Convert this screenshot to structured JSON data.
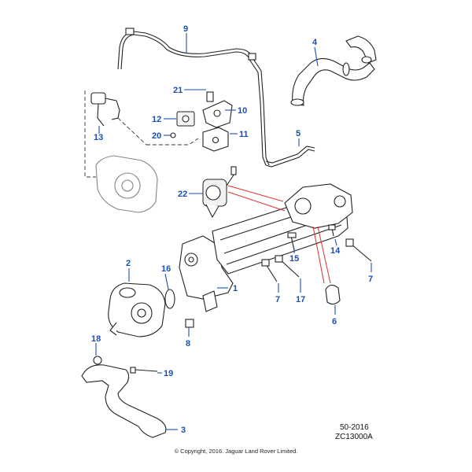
{
  "callouts": [
    {
      "id": "9",
      "color": "#1a4fb3"
    },
    {
      "id": "4",
      "color": "#1a4fb3"
    },
    {
      "id": "21",
      "color": "#1a4fb3"
    },
    {
      "id": "10",
      "color": "#1a4fb3"
    },
    {
      "id": "12",
      "color": "#1a4fb3"
    },
    {
      "id": "13",
      "color": "#1a4fb3"
    },
    {
      "id": "20",
      "color": "#1a4fb3"
    },
    {
      "id": "11",
      "color": "#1a4fb3"
    },
    {
      "id": "5",
      "color": "#1a4fb3"
    },
    {
      "id": "22",
      "color": "#1a4fb3"
    },
    {
      "id": "2",
      "color": "#1a4fb3"
    },
    {
      "id": "16",
      "color": "#1a4fb3"
    },
    {
      "id": "15",
      "color": "#1a4fb3"
    },
    {
      "id": "14",
      "color": "#1a4fb3"
    },
    {
      "id": "1",
      "color": "#1a4fb3"
    },
    {
      "id": "7",
      "color": "#1a4fb3"
    },
    {
      "id": "17",
      "color": "#1a4fb3"
    },
    {
      "id": "7",
      "color": "#1a4fb3"
    },
    {
      "id": "6",
      "color": "#1a4fb3"
    },
    {
      "id": "8",
      "color": "#1a4fb3"
    },
    {
      "id": "18",
      "color": "#1a4fb3"
    },
    {
      "id": "19",
      "color": "#1a4fb3"
    },
    {
      "id": "3",
      "color": "#1a4fb3"
    }
  ],
  "reference": {
    "date_code": "50-2016",
    "illustration_code": "ZC13000A"
  },
  "copyright": "© Copyright, 2016. Jaguar Land Rover Limited.",
  "colors": {
    "callout_text": "#1a4fb3",
    "leader_line": "#1a4fb3",
    "highlight_line": "#e03030",
    "part_outline": "#222222"
  }
}
